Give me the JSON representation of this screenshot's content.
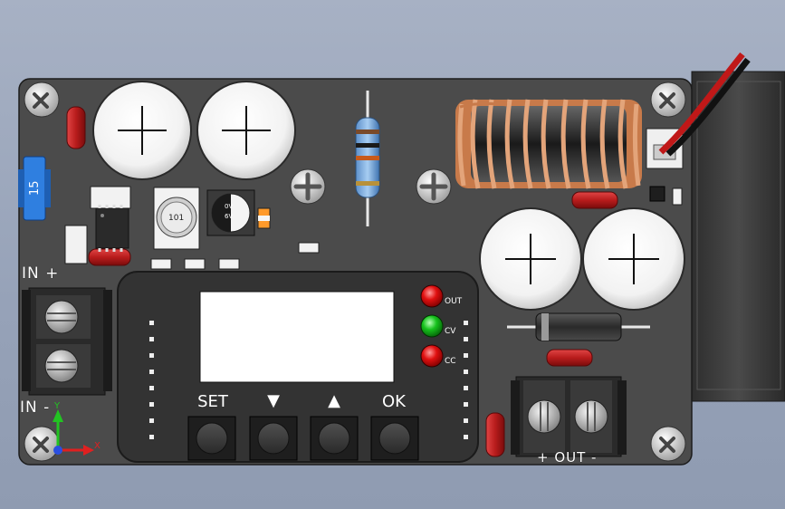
{
  "board": {
    "fuse_label": "15",
    "inductor_marking": "101",
    "cap_marking_top": "0V",
    "cap_marking_bottom": "6V",
    "in_plus": "IN +",
    "in_minus": "IN -",
    "out_label": "+ OUT -"
  },
  "indicators": {
    "out": "OUT",
    "cv": "CV",
    "cc": "CC"
  },
  "buttons": {
    "set": "SET",
    "down": "▼",
    "up": "▲",
    "ok": "OK"
  },
  "axes": {
    "y": "Y",
    "x": "X"
  },
  "colors": {
    "background": "#9aa5bb",
    "pcb": "#4b4b4b",
    "panel": "#333333",
    "led_out": "#e01010",
    "led_cv": "#16c21c",
    "led_cc": "#e01010",
    "fuse": "#2f7fe0",
    "copper": "#c87a4a"
  }
}
